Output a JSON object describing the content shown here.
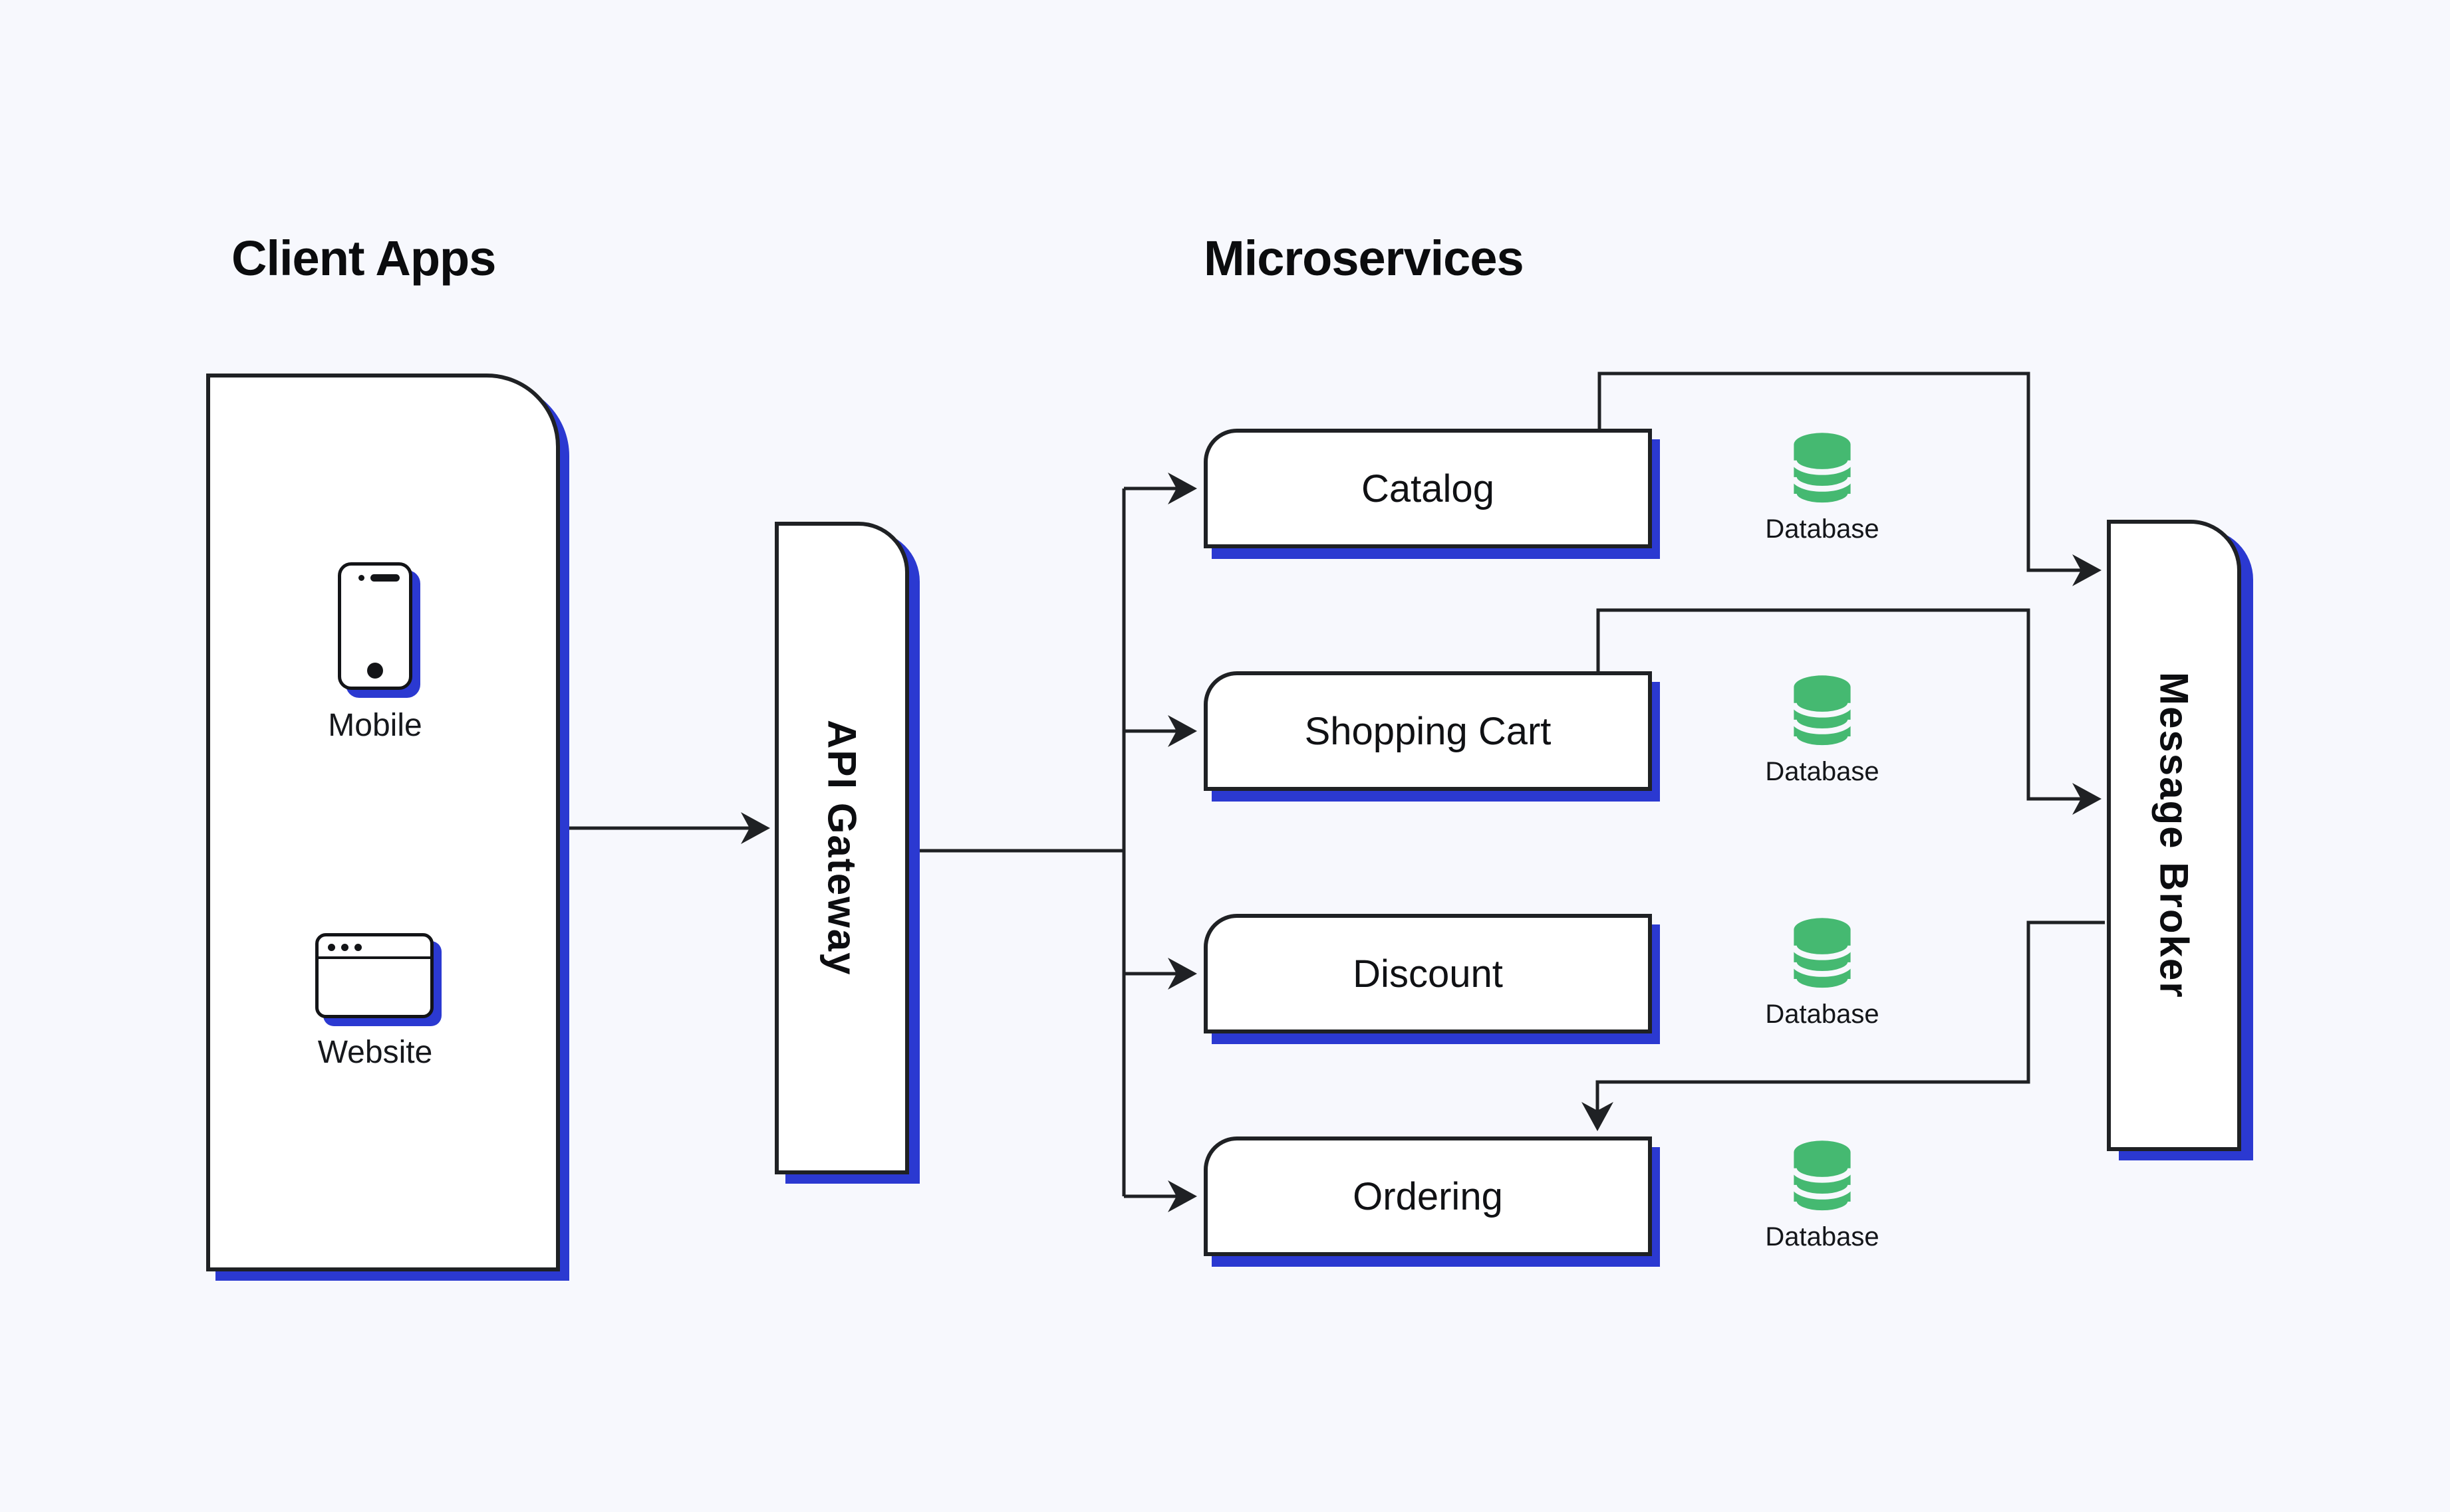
{
  "colors": {
    "background": "#f7f8fd",
    "surface": "#ffffff",
    "outline": "#1f2124",
    "accent_blue_shadow": "#2b39d1",
    "database_green": "#45b971",
    "text_ink": "#0b0c0e"
  },
  "headings": {
    "clients": "Client Apps",
    "services": "Microservices"
  },
  "client_apps": {
    "mobile_label": "Mobile",
    "website_label": "Website"
  },
  "api_gateway": {
    "label": "API Gateway"
  },
  "message_broker": {
    "label": "Message Broker"
  },
  "services": [
    {
      "name": "Catalog",
      "database_label": "Database"
    },
    {
      "name": "Shopping Cart",
      "database_label": "Database"
    },
    {
      "name": "Discount",
      "database_label": "Database"
    },
    {
      "name": "Ordering",
      "database_label": "Database"
    }
  ],
  "icons": {
    "mobile": "smartphone-icon",
    "website": "browser-window-icon",
    "database": "database-cylinder-icon"
  },
  "connections": [
    {
      "from": "Client Apps",
      "to": "API Gateway"
    },
    {
      "from": "API Gateway",
      "to": "Catalog"
    },
    {
      "from": "API Gateway",
      "to": "Shopping Cart"
    },
    {
      "from": "API Gateway",
      "to": "Discount"
    },
    {
      "from": "API Gateway",
      "to": "Ordering"
    },
    {
      "from": "Catalog",
      "to": "Message Broker"
    },
    {
      "from": "Shopping Cart",
      "to": "Message Broker"
    },
    {
      "from": "Message Broker",
      "to": "Ordering"
    }
  ]
}
